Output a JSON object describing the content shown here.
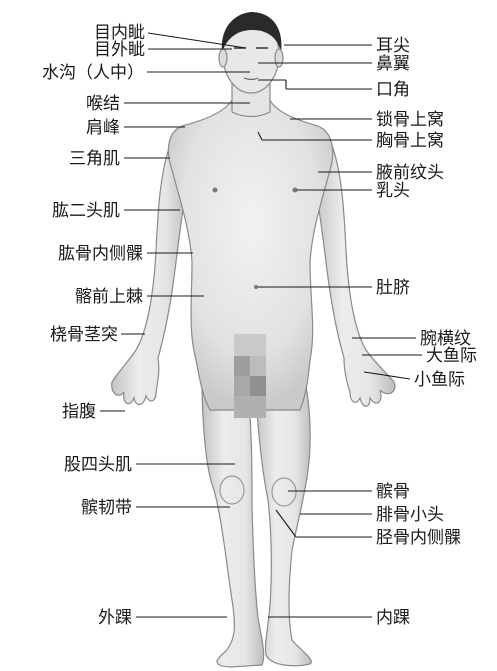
{
  "labels": {
    "mu_nei_zi": "目内眦",
    "mu_wai_zi": "目外眦",
    "shui_gou": "水沟（人中）",
    "hou_jie": "喉结",
    "jian_feng": "肩峰",
    "san_jiao_ji": "三角肌",
    "gong_er_tou_ji": "肱二头肌",
    "gong_gu_nei_ce_ke": "肱骨内侧髁",
    "qia_qian_shang_ji": "髂前上棘",
    "rao_gu_jing_tu": "桡骨茎突",
    "zhi_fu": "指腹",
    "gu_si_tou_ji": "股四头肌",
    "bin_ren_dai": "髌韧带",
    "wai_huai": "外踝",
    "er_jian": "耳尖",
    "bi_yi": "鼻翼",
    "kou_jiao": "口角",
    "suo_gu_shang_wo": "锁骨上窝",
    "xiong_gu_shang_wo": "胸骨上窝",
    "ye_qian_wen_tou": "腋前纹头",
    "ru_tou": "乳头",
    "du_qi": "肚脐",
    "wan_heng_wen": "腕横纹",
    "da_yu_ji": "大鱼际",
    "xiao_yu_ji": "小鱼际",
    "bin_gu": "髌骨",
    "fei_gu_xiao_tou": "腓骨小头",
    "jing_gu_nei_ce_ke": "胫骨内侧髁",
    "nei_huai": "内踝"
  }
}
